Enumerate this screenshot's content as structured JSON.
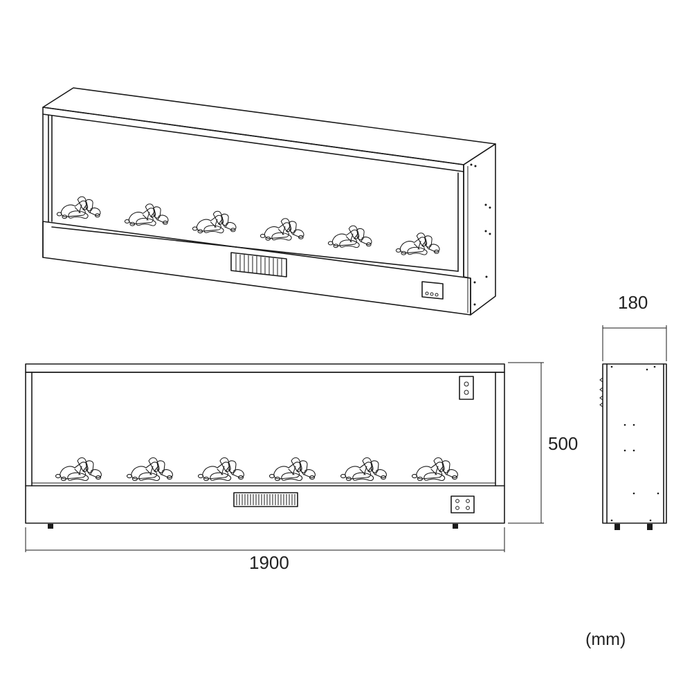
{
  "dimensions": {
    "width": "1900",
    "height": "500",
    "depth": "180",
    "unit": "(mm)"
  },
  "colors": {
    "line": "#1a1a1a",
    "background": "#ffffff"
  },
  "features": {
    "log_clusters_per_view": 6
  }
}
